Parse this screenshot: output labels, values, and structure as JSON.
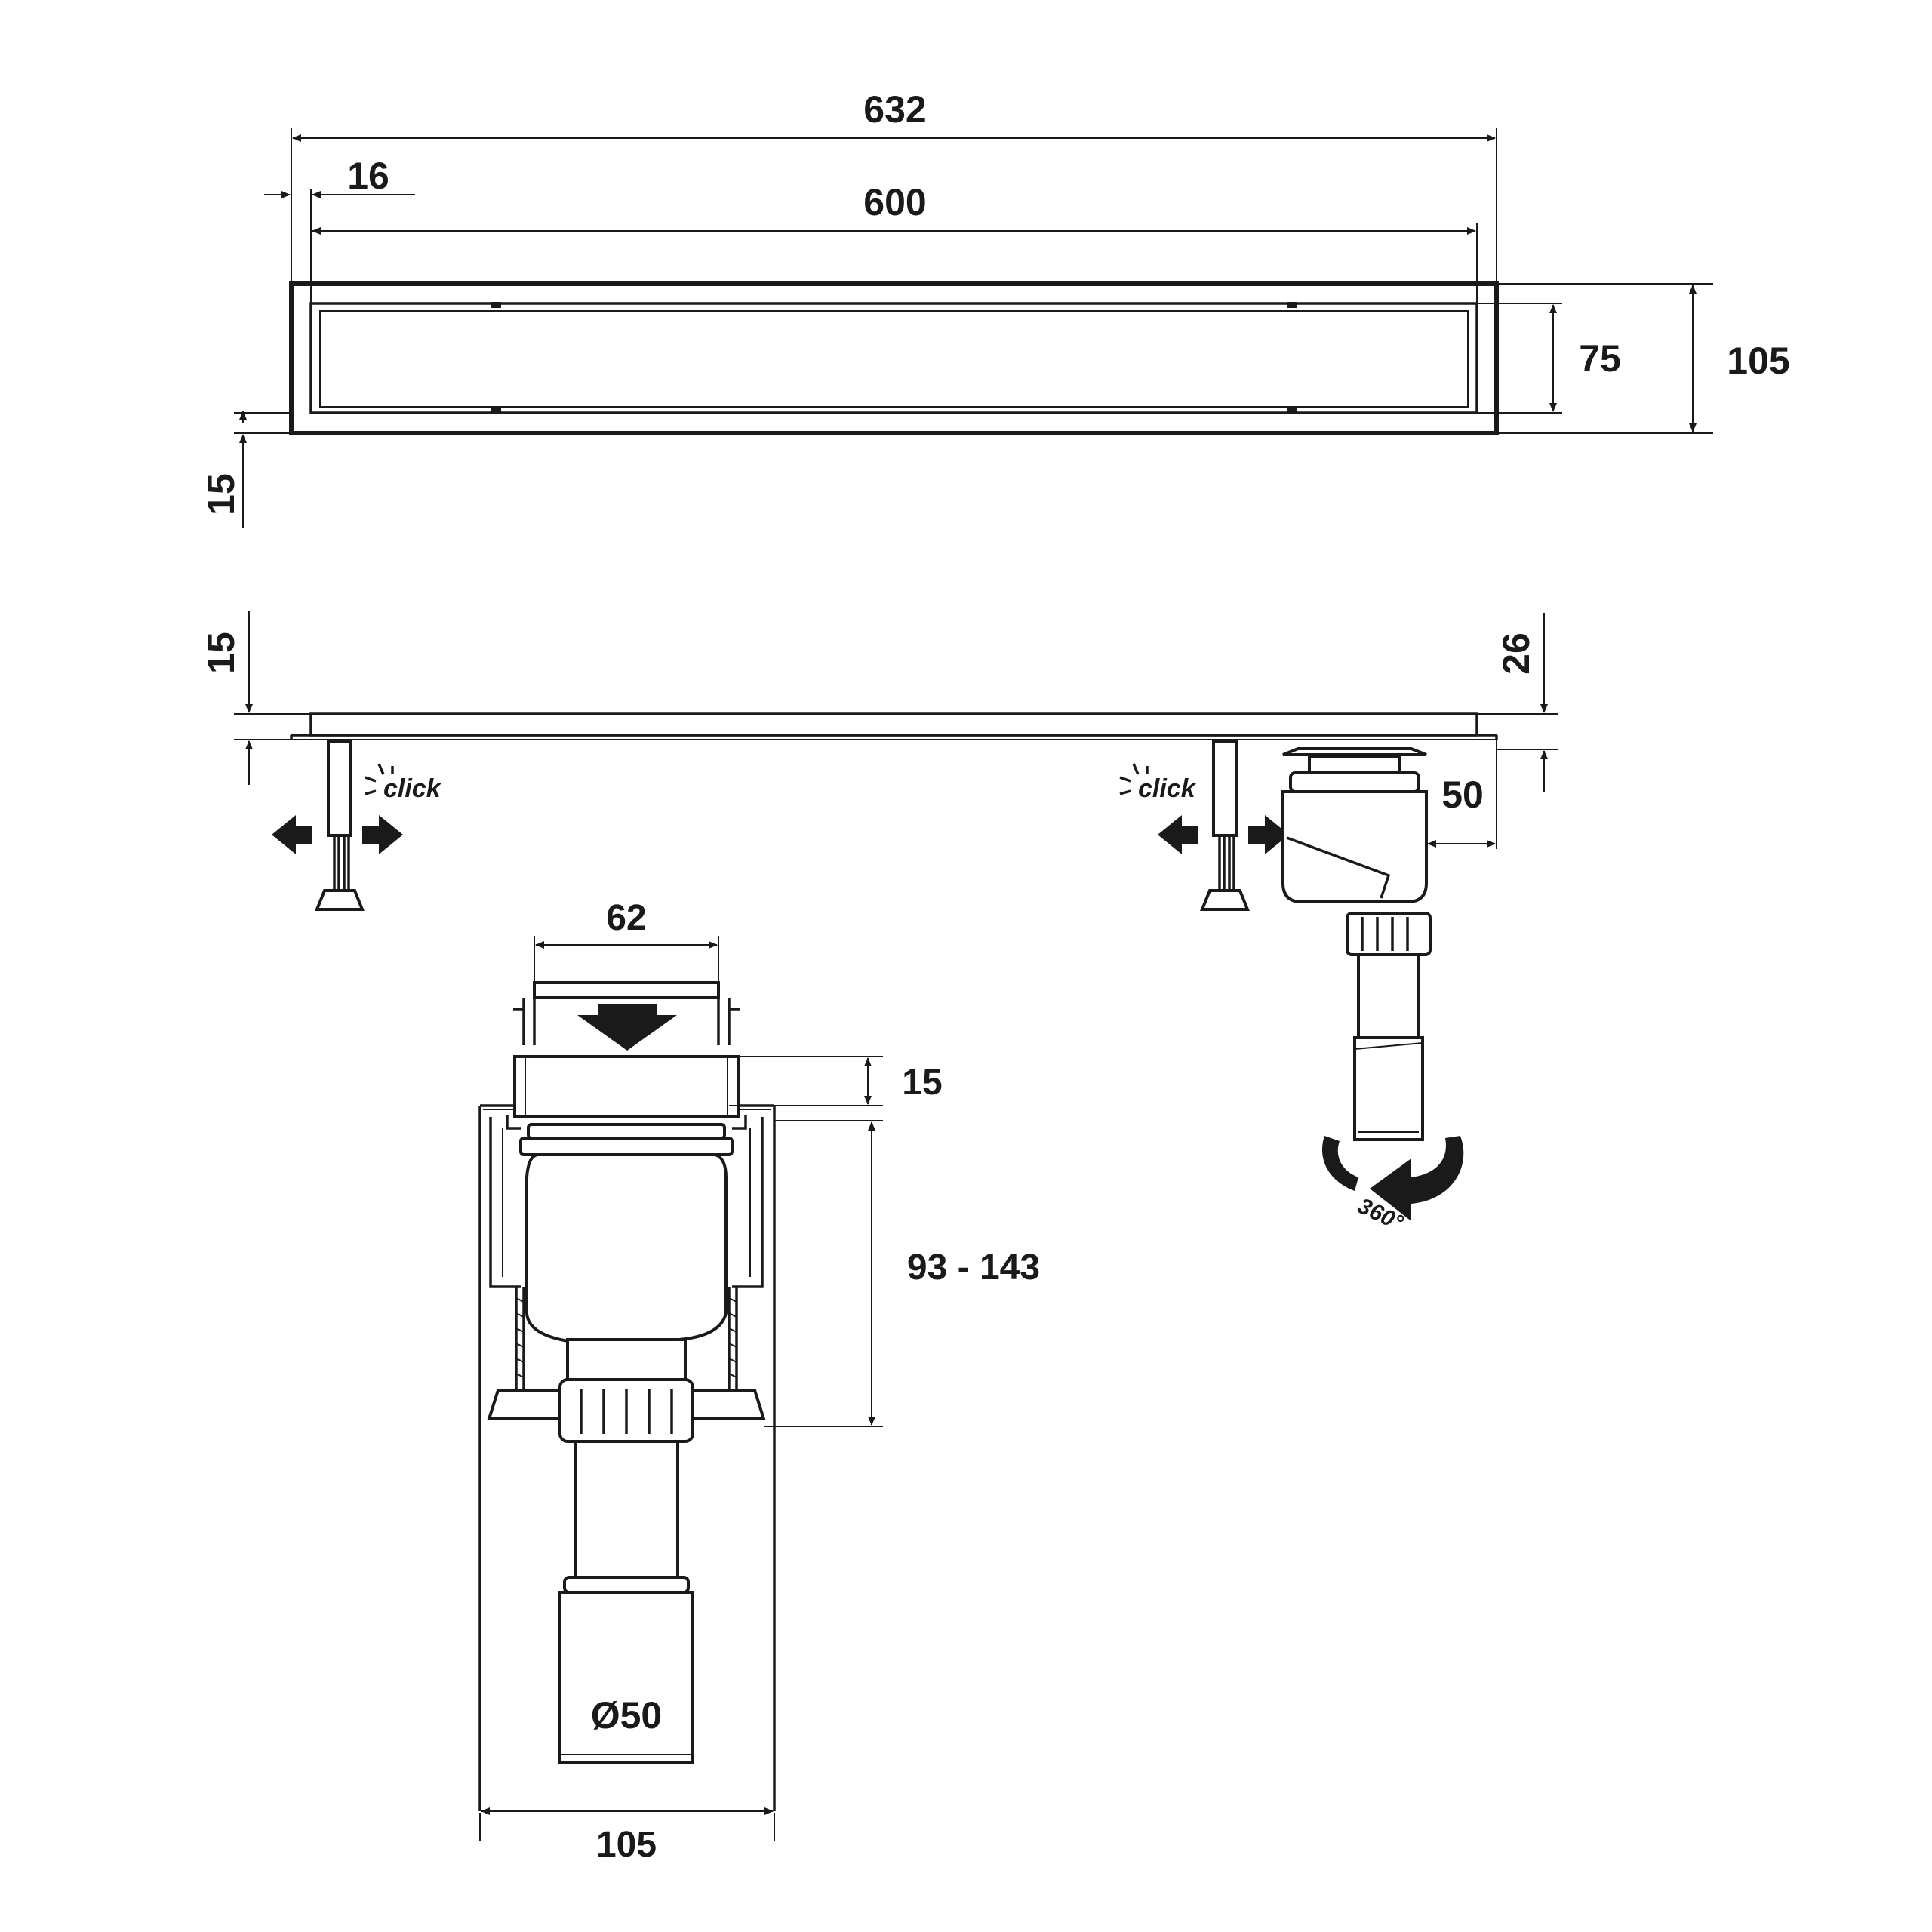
{
  "dimensions": {
    "overall_length": "632",
    "flange_offset": "16",
    "grate_length": "600",
    "grate_width": "75",
    "overall_width": "105",
    "frame_border": "15",
    "side_flange_height": "15",
    "side_height_right": "26",
    "outlet_offset": "50",
    "grate_section_width": "62",
    "section_flange_height": "15",
    "height_range": "93 - 143",
    "outlet_diameter": "Ø50",
    "section_width": "105"
  },
  "labels": {
    "click_left": "click",
    "click_right": "click",
    "rotation": "360°"
  },
  "colors": {
    "line": "#1a1a1a",
    "background": "#ffffff"
  }
}
